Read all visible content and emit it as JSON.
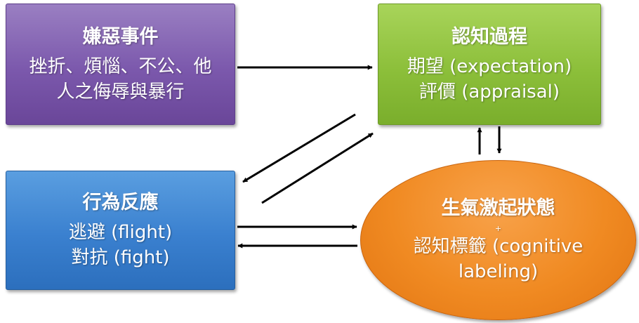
{
  "annoying_event": {
    "title": "嫌惡事件",
    "line1": "挫折、煩惱、不公、他",
    "line2": "人之侮辱與暴行"
  },
  "cognitive_process": {
    "title": "認知過程",
    "line1": "期望 (expectation)",
    "line2": "評價 (appraisal)"
  },
  "behavioral_response": {
    "title": "行為反應",
    "line1": "逃避 (flight)",
    "line2": "對抗 (fight)"
  },
  "arousal_state": {
    "title": "生氣激起狀態",
    "plus": "+",
    "line1": "認知標籤 (cognitive",
    "line2": "labeling)"
  },
  "colors": {
    "purple": "#7b58ac",
    "green": "#8cbf3a",
    "blue": "#3a80cf",
    "orange": "#f08a22",
    "arrow": "#000000"
  }
}
